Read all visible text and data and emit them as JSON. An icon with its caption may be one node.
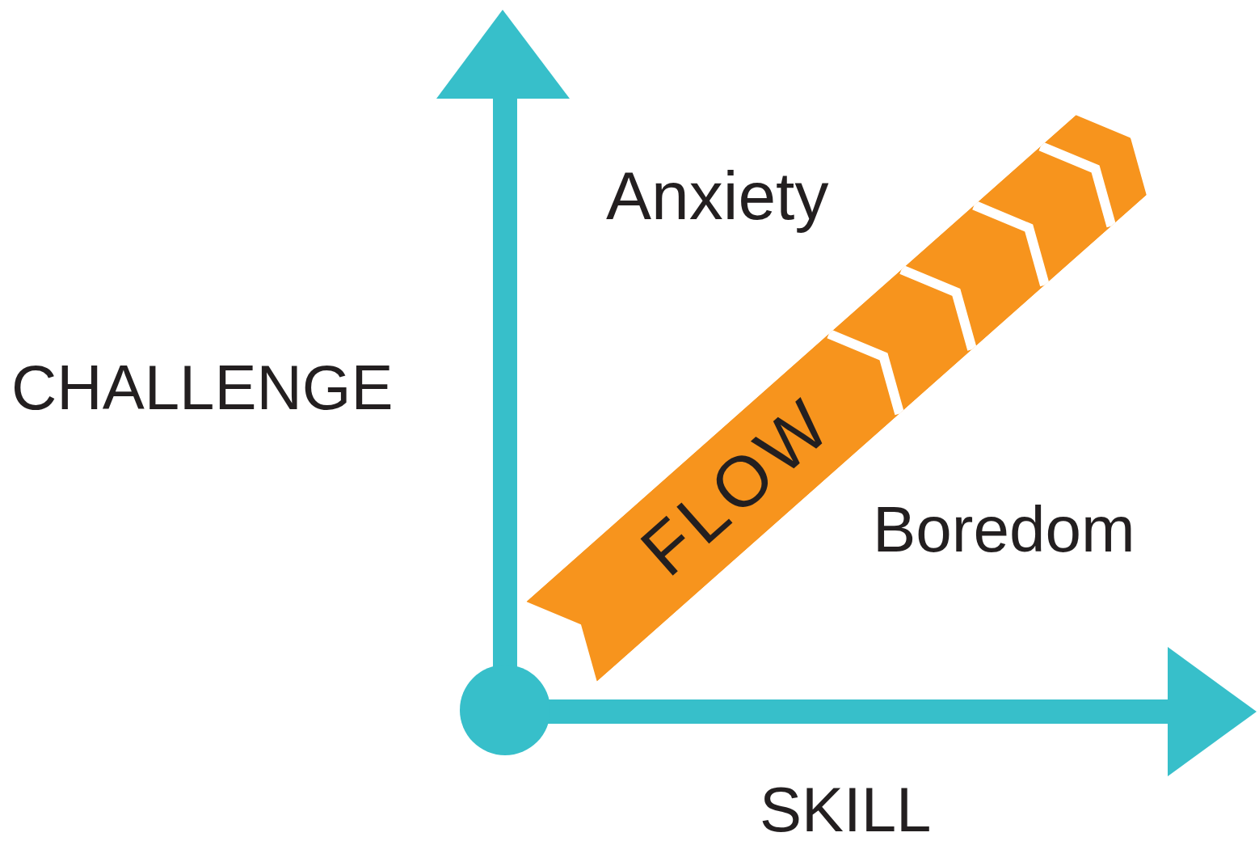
{
  "diagram": {
    "nodes": [
      {
        "text": [
          "FLOW"
        ]
      }
    ],
    "labels": [
      "Anxiety",
      "CHALLENGE",
      "Boredom",
      "SKILL"
    ]
  }
}
